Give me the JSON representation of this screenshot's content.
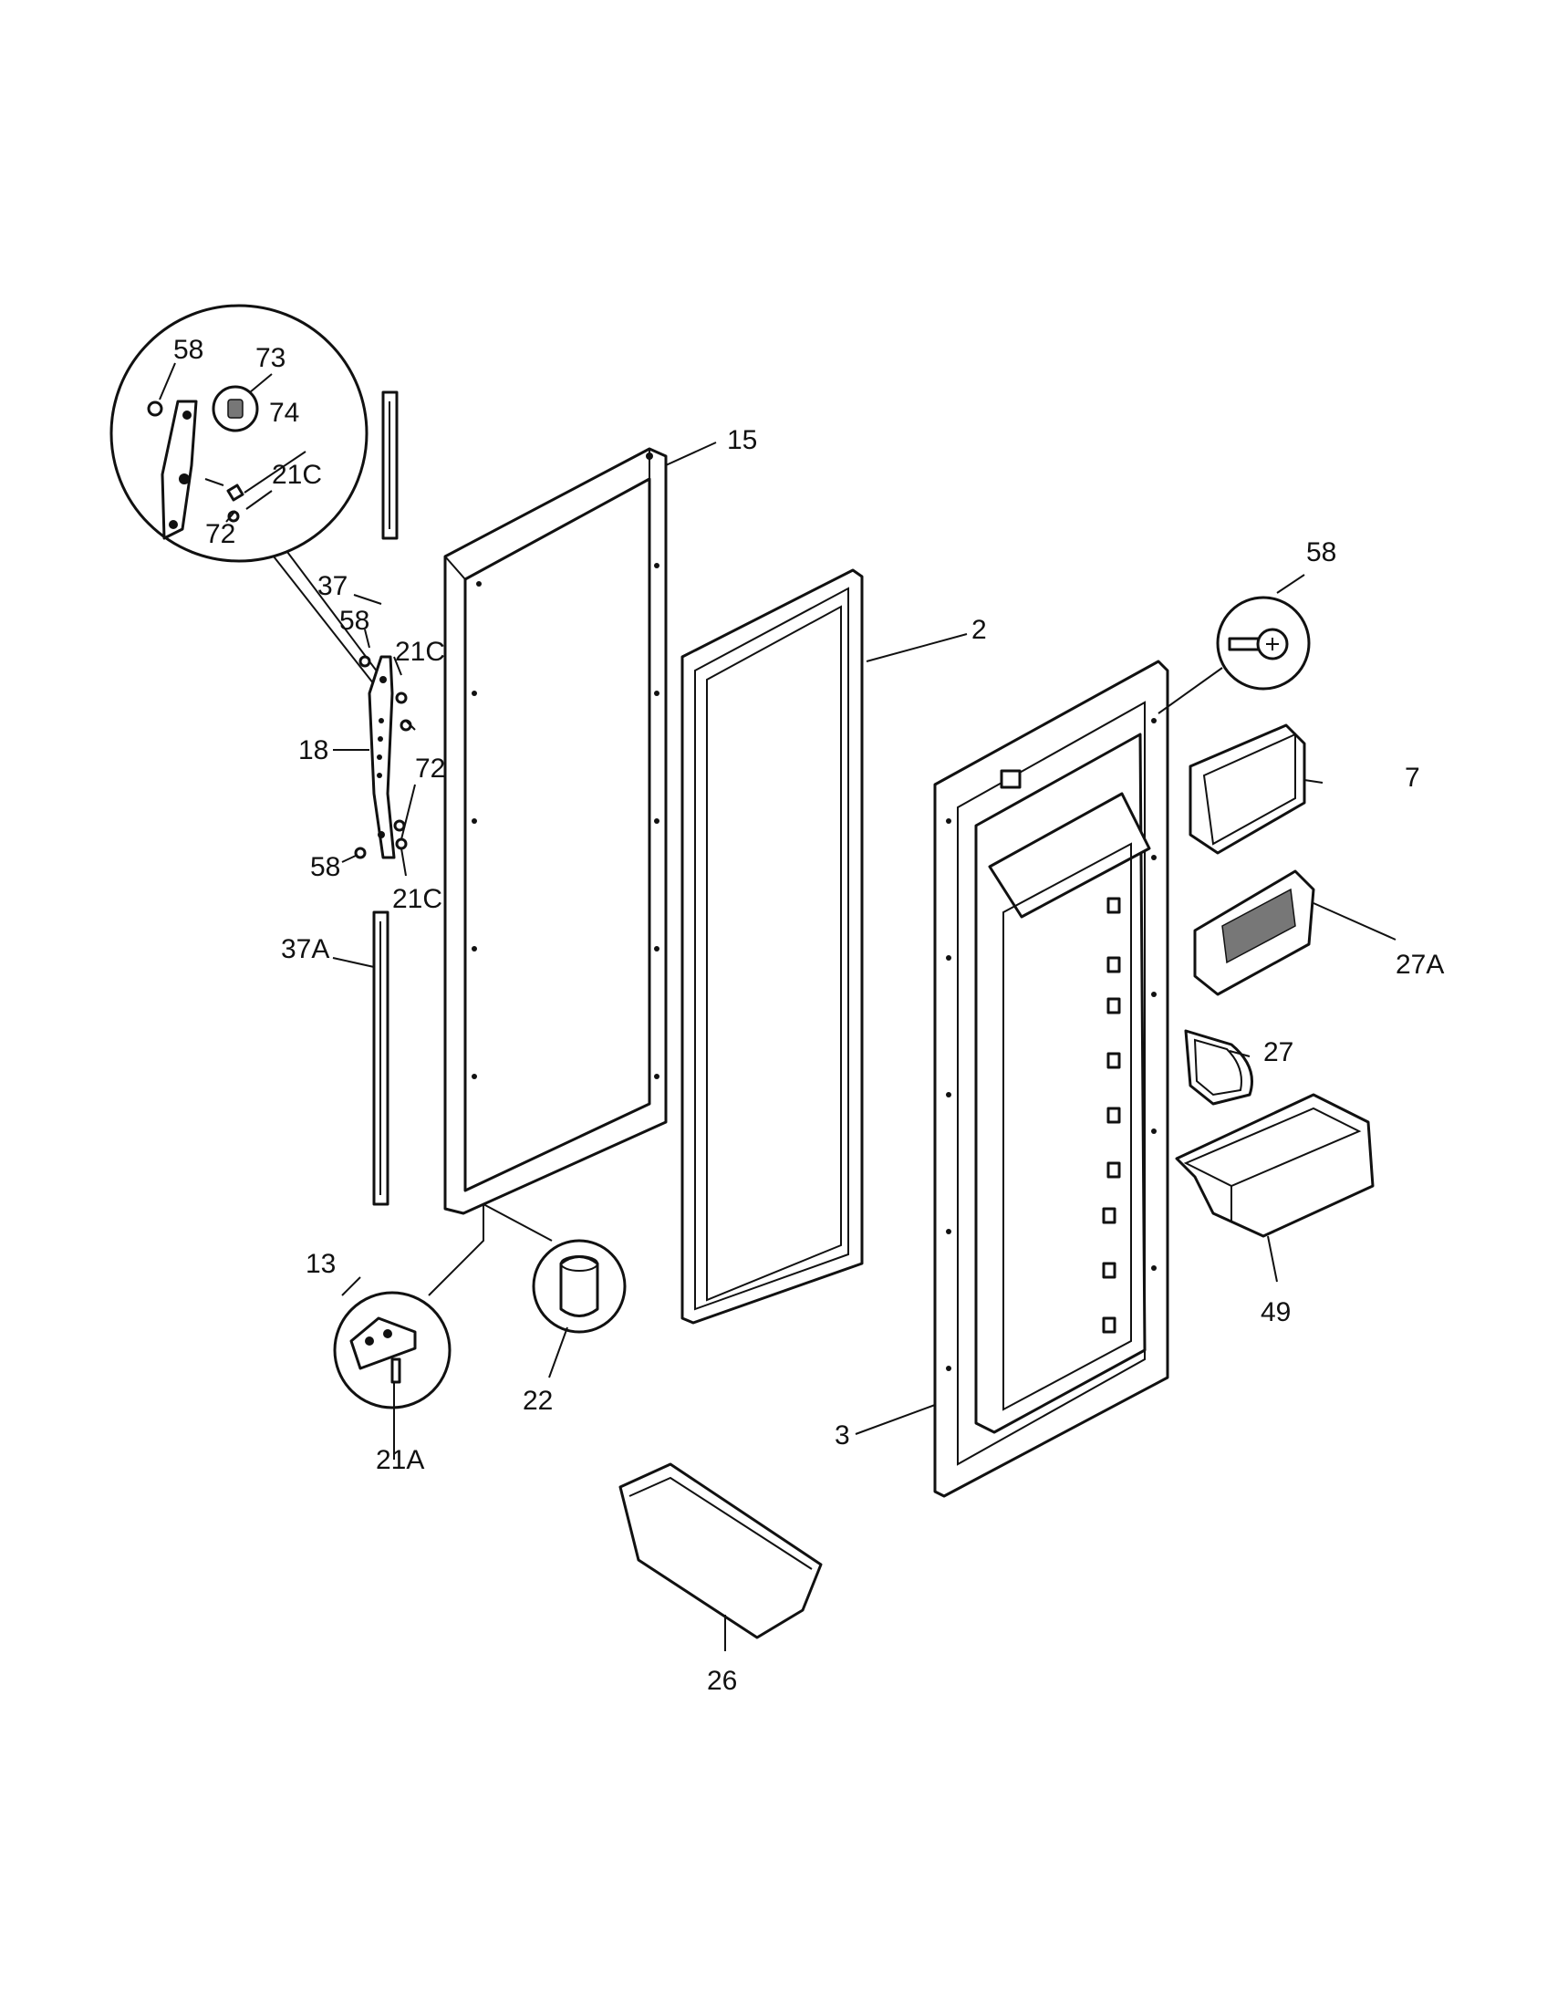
{
  "labels": {
    "l58a": "58",
    "l73": "73",
    "l74": "74",
    "l21c_top": "21C",
    "l72_top": "72",
    "l15": "15",
    "l2": "2",
    "l58_screw": "58",
    "l37": "37",
    "l58b": "58",
    "l21c_mid": "21C",
    "l18": "18",
    "l72_mid": "72",
    "l58c": "58",
    "l21c_low": "21C",
    "l37a": "37A",
    "l7": "7",
    "l27a": "27A",
    "l27": "27",
    "l13": "13",
    "l22": "22",
    "l21a": "21A",
    "l49": "49",
    "l3": "3",
    "l26": "26"
  }
}
